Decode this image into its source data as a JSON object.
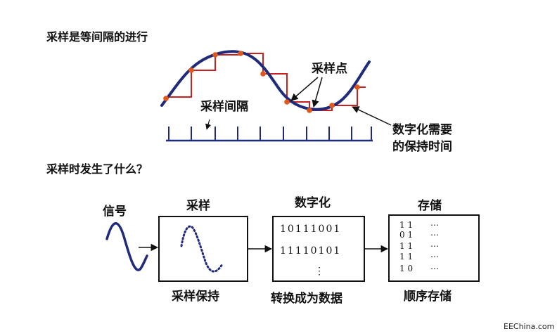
{
  "colors": {
    "wave": "#1f2a7a",
    "step": "#cc1f1f",
    "dot": "#e0561b",
    "frame": "#111111",
    "axis": "#1f2a7a"
  },
  "top": {
    "title": "采样是等间隔的进行",
    "sample_points_label": "采样点",
    "sample_interval_label": "采样间隔",
    "digitize_note_line1": "数字化需要",
    "digitize_note_line2": "的保持时间"
  },
  "bottom": {
    "question": "采样时发生了什么？",
    "signal_label": "信号",
    "stages": [
      {
        "title": "采样",
        "caption": "采样保持"
      },
      {
        "title": "数字化",
        "caption": "转换成为数据"
      },
      {
        "title": "存储",
        "caption": "顺序存储"
      }
    ],
    "digital_codes": [
      "10111001",
      "11110101"
    ],
    "digital_ellipsis": "⋮",
    "storage_rows": [
      "1 1",
      "0 1",
      "1 1",
      "1 1",
      "1 0"
    ],
    "storage_dots": "⋯"
  },
  "credit": "EEChina.com"
}
